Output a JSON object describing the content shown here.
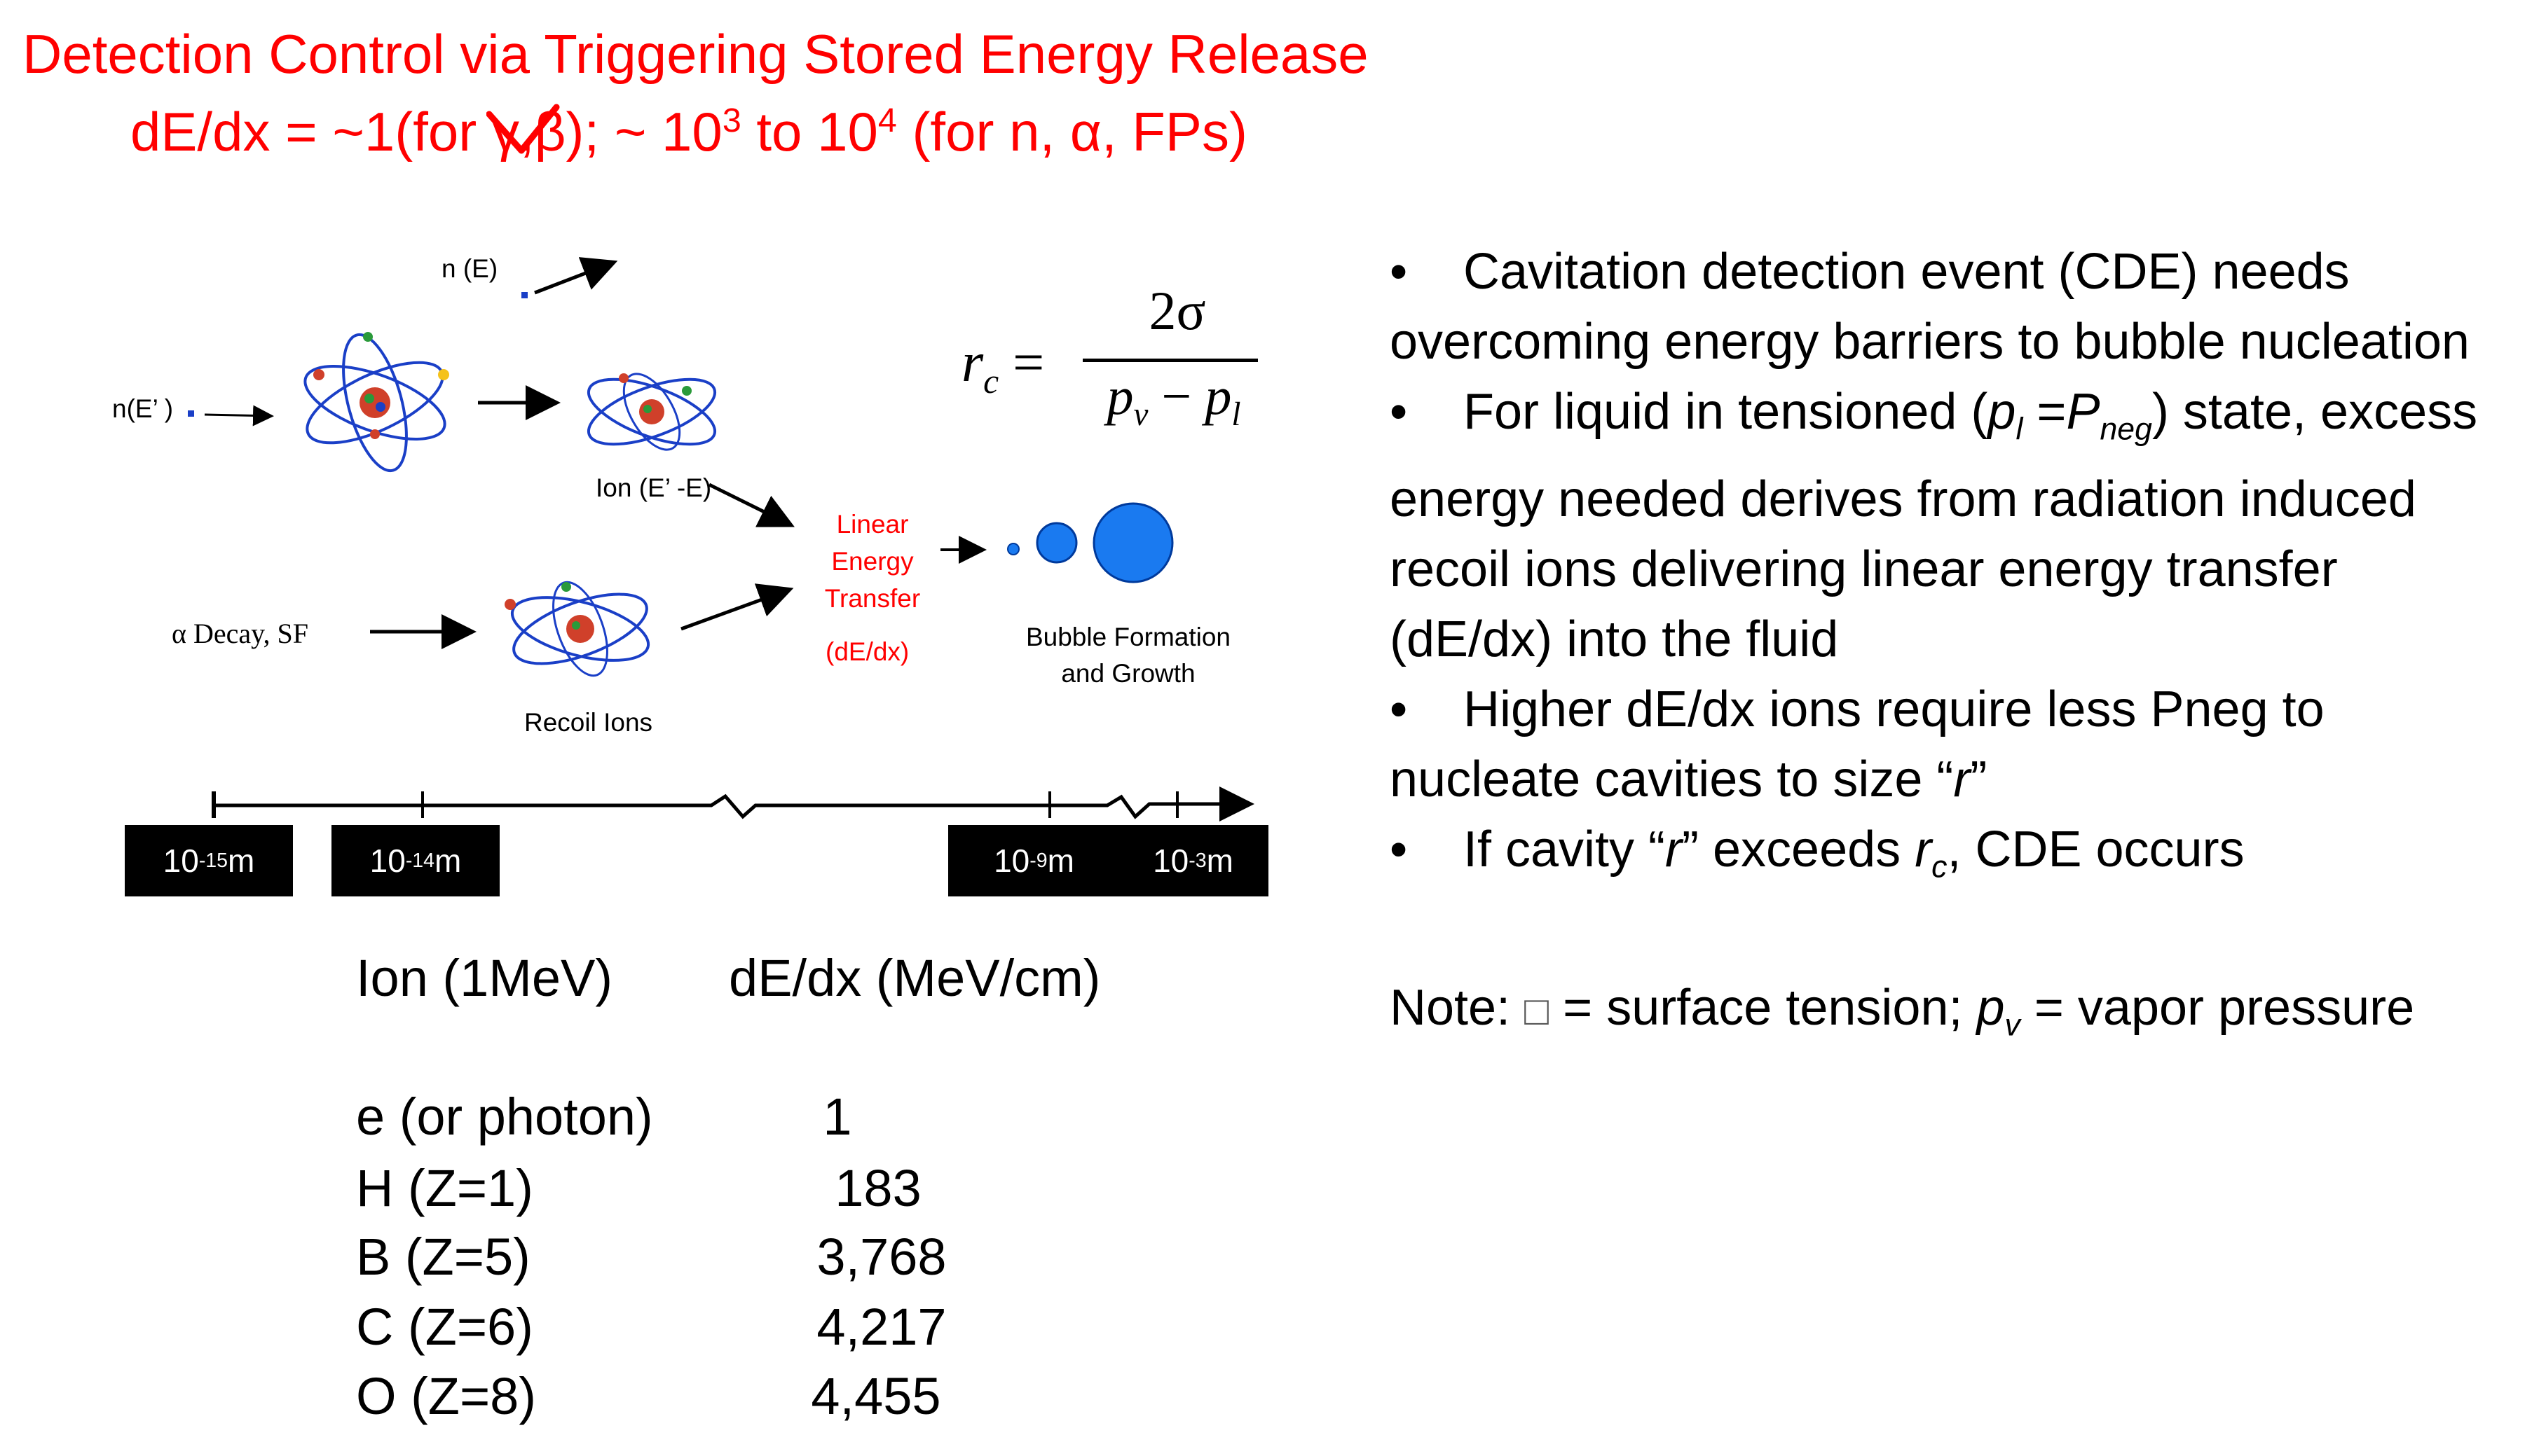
{
  "title": "Detection Control via Triggering Stored Energy Release",
  "subtitle": {
    "prefix": "dE/dx = ~1(for ",
    "struck": "γ,β",
    "mid": "); ~ 10",
    "exp1": "3",
    "to": " to 10",
    "exp2": "4",
    "suffix": " (for n, α, FPs)"
  },
  "diagram": {
    "n_e": "n (E)",
    "n_eprime": "n(E’ )",
    "ion_label": "Ion (E’ -E)",
    "alpha_decay": "α Decay, SF",
    "recoil_ions": "Recoil Ions",
    "let_line1": "Linear",
    "let_line2": "Energy",
    "let_line3": "Transfer",
    "let_dedx": "(dE/dx)",
    "bubble_line1": "Bubble Formation",
    "bubble_line2": "and Growth",
    "equation": {
      "lhs_main": "r",
      "lhs_sub": "c",
      "numerator": "2σ",
      "den_p1": "p",
      "den_p1_sub": "v",
      "den_minus": " − ",
      "den_p2": "p",
      "den_p2_sub": "l"
    },
    "atom_colors": {
      "orbit": "#1a3fc7",
      "nucleus": "#d0402a",
      "accent": "#f5c21b"
    },
    "bubble_color": "#1a7af0",
    "scale": [
      {
        "base": "10",
        "exp": "-15",
        "unit": " m"
      },
      {
        "base": "10",
        "exp": "-14",
        "unit": " m"
      },
      {
        "base": "10",
        "exp": "-9",
        "unit": " m"
      },
      {
        "base": "10",
        "exp": "-3",
        "unit": " m"
      }
    ]
  },
  "table": {
    "headers": [
      "Ion (1MeV)",
      "dE/dx (MeV/cm)"
    ],
    "rows": [
      [
        "e (or photon)",
        "1"
      ],
      [
        "H (Z=1)",
        "183"
      ],
      [
        "B (Z=5)",
        "3,768"
      ],
      [
        "C (Z=6)",
        "4,217"
      ],
      [
        "O (Z=8)",
        "4,455"
      ]
    ]
  },
  "bullets": {
    "b1_line1": "Cavitation detection event (CDE) needs",
    "b1_line2": "overcoming energy barriers to bubble nucleation",
    "b2_pre": "For liquid in tensioned (",
    "b2_p": "p",
    "b2_psub": "l",
    "b2_eq": " =",
    "b2_P": "P",
    "b2_Psub": "neg",
    "b2_post": ") state, excess",
    "b2_line2": "energy needed derives from radiation induced",
    "b2_line3": "recoil ions delivering linear energy transfer",
    "b2_line4": "(dE/dx) into the fluid",
    "b3_line1": "Higher dE/dx ions require less Pneg to",
    "b3_line2_pre": "nucleate cavities to size “",
    "b3_r": "r",
    "b3_line2_post": "”",
    "b4_pre": "If cavity “",
    "b4_r": "r",
    "b4_mid": "” exceeds ",
    "b4_rc": "r",
    "b4_rc_sub": "c",
    "b4_post": ", CDE occurs",
    "bullet_char": "•"
  },
  "note": {
    "prefix": "Note: ",
    "glyph": "□",
    "mid": " = surface tension; ",
    "pv": "p",
    "pv_sub": "v",
    "suffix": " = vapor pressure"
  }
}
